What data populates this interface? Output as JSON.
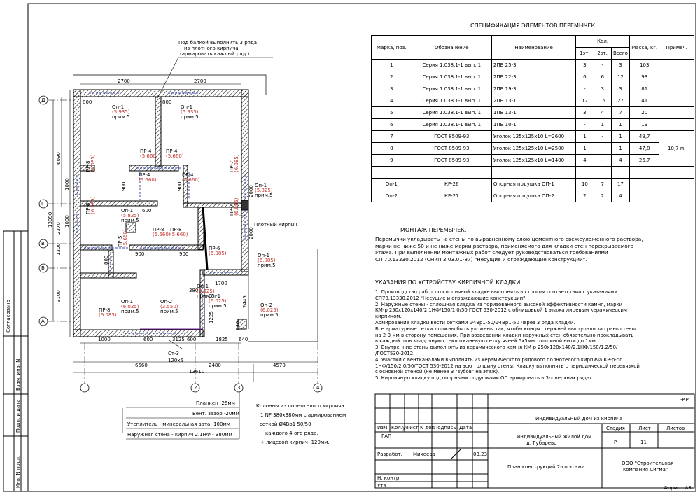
{
  "frame": {
    "agreed": "Согласовано",
    "side_labels": [
      "Инв. N подл.",
      "Подп. и дата",
      "Взам. инв. N"
    ]
  },
  "plan": {
    "callout_top": [
      "Под балкой выполнить 3 ряда",
      "из плотного кирпича",
      "(армировать каждый ряд )"
    ],
    "dense_brick": "Плотный кирпич",
    "axes_letters": [
      "Д",
      "Г",
      "В",
      "Б",
      "А"
    ],
    "axes_numbers": [
      "1",
      "2",
      "3",
      "4"
    ],
    "dims_top": [
      "2700",
      "2700"
    ],
    "dims_left": [
      "6090",
      "2370",
      "13090",
      "3100",
      "1300",
      "1000",
      "1000"
    ],
    "dims_bottom": [
      "1000",
      "600",
      "3125",
      "1825",
      "640",
      "6560",
      "2480",
      "4570",
      "13610",
      "600"
    ],
    "dims_inner": [
      "800",
      "800",
      "900",
      "900",
      "900",
      "900",
      "800",
      "600",
      "2000",
      "2000",
      "1700",
      "380",
      "1225",
      "2445",
      "640"
    ],
    "lintels": [
      {
        "name": "Оп-1",
        "mass": "(5.935)",
        "note": "прим.5"
      },
      {
        "name": "Оп-1",
        "mass": "(5.935)",
        "note": "прим.5"
      },
      {
        "name": "ПР-4",
        "mass": "(5.660)"
      },
      {
        "name": "ПР-4",
        "mass": "(5.660)"
      },
      {
        "name": "ПР-4",
        "mass": "(5.660)"
      },
      {
        "name": "ПР-4",
        "mass": "(5.660)"
      },
      {
        "name": "ПР-8",
        "mass": "(6.085)"
      },
      {
        "name": "ПР-7",
        "mass": "(6.085)"
      },
      {
        "name": "Оп-1",
        "mass": "(5.825)",
        "note": "прим.5"
      },
      {
        "name": "Оп-1",
        "mass": "(5.825)",
        "note": "прим.5"
      },
      {
        "name": "ПР-8",
        "mass": "(6.085)"
      },
      {
        "name": "ПР-8",
        "mass": "(5.660)"
      },
      {
        "name": "ПР-8",
        "mass": "(5.660)"
      },
      {
        "name": "ПР-7",
        "mass": "(6.085)"
      },
      {
        "name": "ПР-5",
        "mass": "(5.660)"
      },
      {
        "name": "ПР-6",
        "mass": "(6.085)"
      },
      {
        "name": "Оп-1",
        "mass": "(6.085)",
        "note": "прим.5"
      },
      {
        "name": "Оп-1",
        "mass": "(6.025)",
        "note": "прим.5"
      },
      {
        "name": "ПР-8",
        "mass": "(6.085)"
      },
      {
        "name": "Оп-1",
        "mass": "(6.025)",
        "note": "прим.5"
      },
      {
        "name": "Оп-2",
        "mass": "(3.550)",
        "note": "прим.5"
      },
      {
        "name": "Оп-1",
        "mass": "(6.025)",
        "note": "прим.5"
      },
      {
        "name": "Оп-2",
        "mass": "(6.025)",
        "note": "прим.5"
      }
    ],
    "ct3": {
      "name": "Ст-3",
      "size": "120х5"
    },
    "legend": [
      "Планкен -25мм",
      "Вент. зазор -20мм",
      "Утеплитель - минеральная вата -100мм",
      "Наружная стена - кирпич 2.1НФ - 380мм"
    ],
    "columns_note": [
      "Колонны из полнотелого кирпича",
      "1 NF 380х380мм с армированием",
      "сеткой Ø4Вр1 50/50",
      "каждого 4-ого ряда,",
      "+ лицевой кирпич -120мм."
    ]
  },
  "spec": {
    "title": "СПЕЦИФИКАЦИЯ ЭЛЕМЕНТОВ ПЕРЕМЫЧЕК",
    "headers": {
      "mark": "Марка, поз.",
      "designation": "Обозначение",
      "name": "Наименование",
      "qty": "Кол.",
      "floor1": "1эт.",
      "floor2": "2эт.",
      "total": "Всего",
      "mass": "Масса, кг.",
      "note": "Примеч."
    },
    "rows": [
      [
        "1",
        "Серия 1.038.1-1 вып. 1",
        "2ПБ 25-3",
        "3",
        "-",
        "3",
        "103"
      ],
      [
        "2",
        "Серия 1.038.1-1 вып. 1",
        "2ПБ 22-3",
        "6",
        "6",
        "12",
        "93"
      ],
      [
        "3",
        "Серия 1.038.1-1 вып. 1",
        "2ПБ 19-3",
        "-",
        "3",
        "3",
        "81"
      ],
      [
        "4",
        "Серия 1.038.1-1 вып. 1",
        "2ПБ 13-1",
        "12",
        "15",
        "27",
        "41"
      ],
      [
        "5",
        "Серия 1.038.1-1 вып. 1",
        "1ПБ 13-1",
        "3",
        "4",
        "7",
        "20"
      ],
      [
        "6",
        "Серия 1.038.1-1 вып. 1",
        "1ПБ 10-1",
        "-",
        "1",
        "1",
        "19"
      ],
      [
        "7",
        "ГОСТ 8509-93",
        "Уголок 125х125х10   L=2600",
        "1",
        "-",
        "1",
        "49,7"
      ],
      [
        "8",
        "ГОСТ 8509-93",
        "Уголок 125х125х10   L=2500",
        "1",
        "-",
        "1",
        "47,8"
      ],
      [
        "9",
        "ГОСТ 8509-93",
        "Уголок 125х125х10   L=1400",
        "4",
        "-",
        "4",
        "26,7"
      ],
      [
        "",
        "",
        "",
        "",
        "",
        "",
        ""
      ],
      [
        "Оп-1",
        "КР-26",
        "Опорная подушка ОП-1",
        "10",
        "7",
        "17",
        ""
      ],
      [
        "Оп-2",
        "КР-27",
        "Опорная подушка ОП-2",
        "2",
        "2",
        "4",
        ""
      ]
    ],
    "note_merged": "10,7 м."
  },
  "mount": {
    "title": "МОНТАЖ ПЕРЕМЫЧЕК.",
    "lines": [
      "Перемычки укладывать на стены по выравненному слою цементного свежеуложенного раствора,",
      "марки не ниже 50 и не ниже марки раствора, применяемого для кладки стен перекрываемого",
      "этажа. При выполнении монтажных работ следует руководствоваться требованиями",
      "СП 70.13330.2012 (СНиП 3.03.01-87) \"Несущие и ограждающие конструкции\"."
    ]
  },
  "masonry": {
    "title": "УКАЗАНИЯ ПО УСТРОЙСТВУ КИРПИЧНОЙ КЛАДКИ",
    "lines": [
      "1. Производство работ по кирпичной кладке выполнять в строгом соответствии с указаниями",
      "СП70.13330.2012 \"Несущие и ограждающие конструкции\".",
      "2. Наружные стены -   сплошная кладка из поризованного высокой эффективности камня, марки",
      "КМ-р 250х120х140/2,1НФ/150/1,0/50 ГОСТ 530-2012 с облицовкой 1 этажа лицевым керамическим",
      "кирпичом.",
      "Армирование кладки вести сетками Ø4Вр1-50/Ø4Вр1-50 через 3 ряда кладки.",
      "Все арматурные сетки должны быть уложены так, чтобы концы стержней выступали за грань стены",
      "на 2-3 мм в сторону помещения. При возведении кладки наружных стен обязательно прокладывать",
      "в каждый шов кладочную стеклотканевую сетку ячеей 5х5мм толщиной нити до 1мм.",
      "3. Внутренние стены выполнять из керамического камня КМ-р 250х120х140/2,1НФ/150/1,2/50/",
      "/ГОСТ530-2012.",
      "4. Участки с вентканалами выполнять из керамического рядового полнотелого кирпича КР-р-по",
      "1НФ/150/2,0/50/ГОСТ 530-2012 на всю толщину стены. Кладку выполнять с периодической перевязкой",
      "с основной стеной (не менее 3 \"зубов\" на этаж).",
      "5. Кирпичную кладку под опорными подушками ОП армировать в 3-х верхних рядах."
    ]
  },
  "stamp": {
    "code": "-КР",
    "project": "Индивидуальный дом из кирпича",
    "cols": [
      "Изм.",
      "Кол.уч",
      "Лист",
      "N док",
      "Подпись",
      "Дата"
    ],
    "gap": "ГАП",
    "developer_role": "Разработ.",
    "developer": "Михеева",
    "date": "03.23.",
    "object": [
      "Индивидуальный жилой дом",
      "д. Губарево"
    ],
    "stage_h": "Стадия",
    "sheet_h": "Лист",
    "sheets_h": "Листов",
    "stage": "Р",
    "sheet": "11",
    "nkontr": "Н. контр.",
    "utv": "Утв.",
    "title": "План конструкций 2-го этажа.",
    "company": [
      "ООО \"Строительная",
      "компания Сигма\""
    ],
    "format": "Формат А3"
  }
}
